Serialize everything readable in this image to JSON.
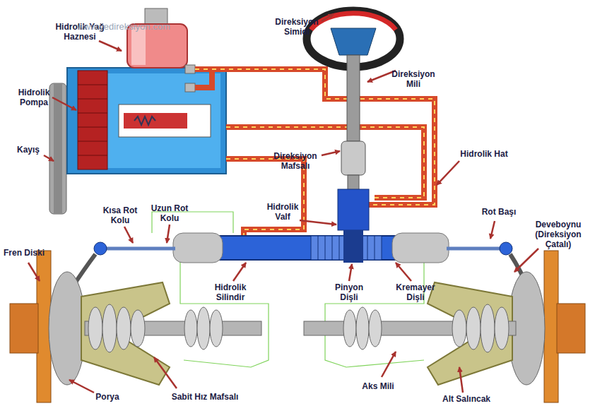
{
  "diagram": {
    "labels": [
      "Hidrolik Yağ Haznesi",
      "Direksiyon Simidi",
      "Direksiyon Mili",
      "Hidrolik Pompa",
      "Kayış",
      "Direksiyon Mafsalı",
      "Hidrolik Hat",
      "Kısa Rot Kolu",
      "Uzun Rot Kolu",
      "Hidrolik Valf",
      "Rot Başı",
      "Deveboynu (Direksiyon Çatalı)",
      "Fren Diski",
      "Hidrolik Silindir",
      "Pinyon Dişli",
      "Kremayer Dişli",
      "Porya",
      "Sabit Hız Mafsalı",
      "Aks Mili",
      "Alt Salıncak",
      "www.yedireksiyon.com"
    ]
  }
}
